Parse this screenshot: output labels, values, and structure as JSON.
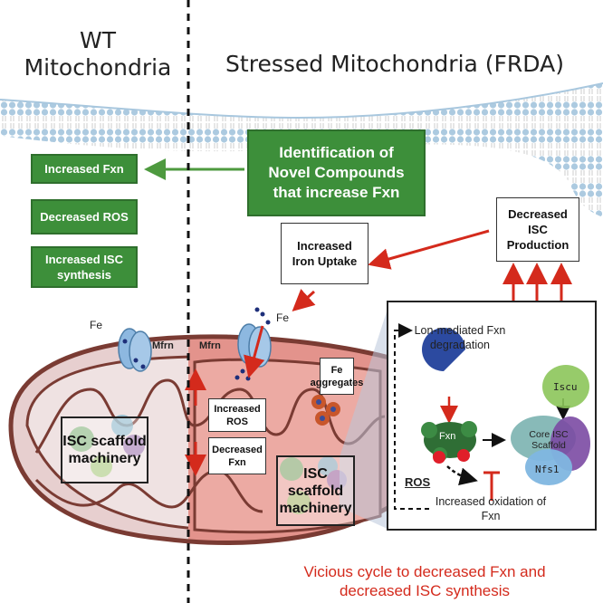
{
  "headers": {
    "wt": "WT\nMitochondria",
    "stressed": "Stressed Mitochondria (FRDA)"
  },
  "green_boxes": {
    "identification": "Identification of Novel Compounds that increase Fxn",
    "increased_fxn": "Increased Fxn",
    "decreased_ros": "Decreased ROS",
    "increased_isc": "Increased ISC synthesis"
  },
  "white_boxes": {
    "iron_uptake": "Increased Iron Uptake",
    "decreased_isc": "Decreased ISC Production",
    "fe_aggregates": "Fe aggregates",
    "increased_ros": "Increased ROS",
    "decreased_fxn": "Decreased Fxn"
  },
  "labels": {
    "fe_left": "Fe",
    "fe_right": "Fe",
    "mfrn_left": "Mfrn",
    "mfrn_right": "Mfrn",
    "isc_left": "ISC scaffold machinery",
    "isc_right": "ISC scaffold machinery"
  },
  "inset": {
    "lon": "Lon-mediated Fxn degradation",
    "fxn": "Fxn",
    "ros": "ROS",
    "oxidation": "Increased oxidation of Fxn",
    "iscu": "Iscu",
    "core": "Core ISC Scaffold",
    "nfs1": "Nfs1"
  },
  "footer": "Vicious cycle to decreased Fxn and decreased ISC synthesis",
  "colors": {
    "green": "#3d8f3a",
    "red_arrow": "#d42a1c",
    "membrane": "#b9d3e6",
    "mito_left": "#e7cfcf",
    "mito_right": "#e3938c"
  }
}
